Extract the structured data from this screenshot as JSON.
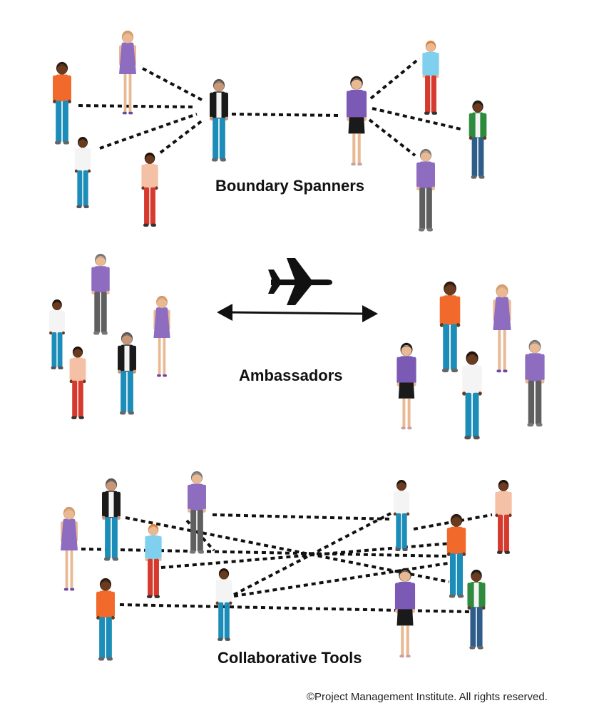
{
  "sections": [
    {
      "id": "boundary",
      "label": "Boundary Spanners"
    },
    {
      "id": "ambassadors",
      "label": "Ambassadors"
    },
    {
      "id": "collaborative",
      "label": "Collaborative Tools"
    }
  ],
  "copyright": "©Project Management Institute. All rights reserved.",
  "icons": {
    "plane": "airplane-icon",
    "arrow": "double-headed-arrow"
  },
  "colors": {
    "orange": "#f26a2b",
    "purple": "#7b5ab5",
    "light_purple": "#8e6cc0",
    "blue_jeans": "#1b8db8",
    "dark_blue": "#2f5d8a",
    "red": "#d63a2e",
    "light_blue": "#7fd0ee",
    "green": "#2e8b3e",
    "white": "#f4f4f4",
    "gray": "#5f5f5f",
    "black": "#1a1a1a",
    "peach": "#f4c0a6",
    "skin_dark": "#6a3b1f",
    "skin_light": "#e9b994",
    "line": "#111111"
  }
}
